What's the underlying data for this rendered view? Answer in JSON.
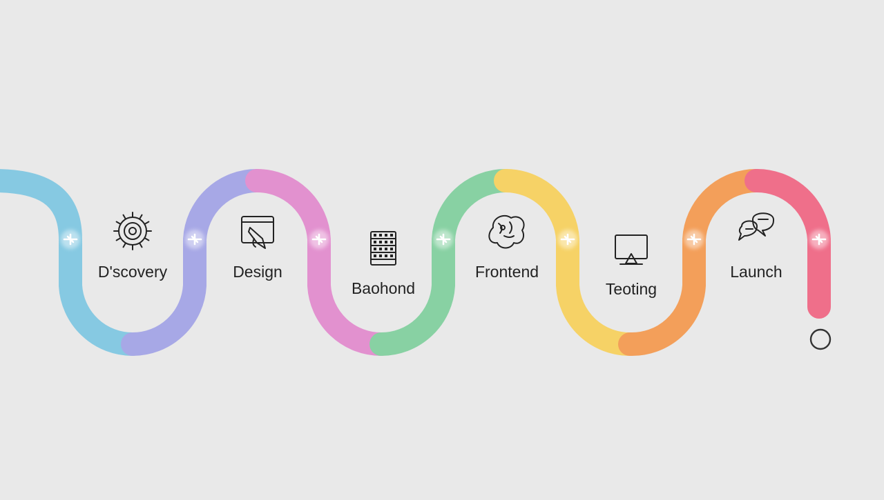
{
  "diagram": {
    "background": "#e9e9e9",
    "stages": [
      {
        "label": "D'scovery",
        "icon": "gear-icon",
        "color": "#86c9e2"
      },
      {
        "label": "Design",
        "icon": "design-icon",
        "color": "#a7a8e6"
      },
      {
        "label": "Baohond",
        "icon": "server-icon",
        "color": "#e291cf"
      },
      {
        "label": "Frontend",
        "icon": "brain-icon",
        "color": "#88d1a3"
      },
      {
        "label": "Teoting",
        "icon": "monitor-icon",
        "color": "#f6d266"
      },
      {
        "label": "Launch",
        "icon": "chat-bubbles-icon",
        "color": "#f39f5a"
      }
    ],
    "end_color": "#ef6f8a",
    "end_marker": "circle"
  }
}
